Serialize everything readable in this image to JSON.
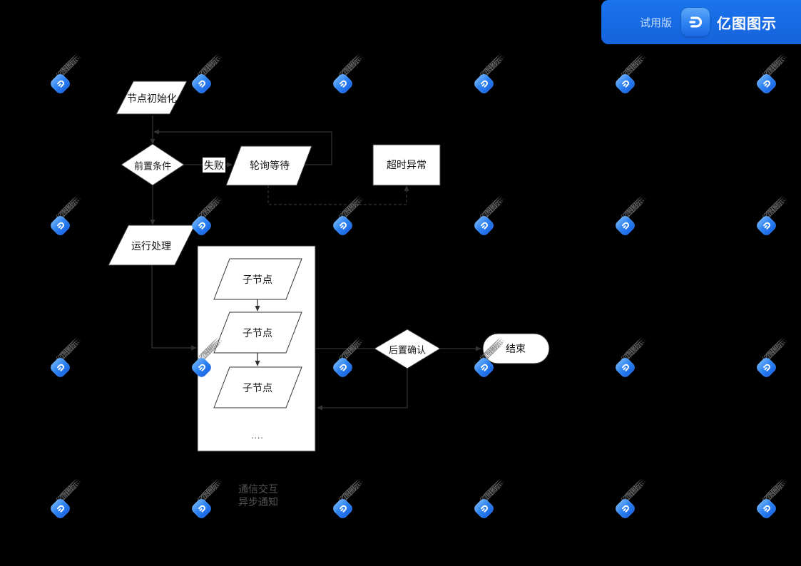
{
  "badge": {
    "trial_label": "试用版",
    "brand_name": "亿图图示"
  },
  "watermark": {
    "text": "亿图图示"
  },
  "diagram": {
    "nodes": {
      "init": "节点初始化",
      "precondition": "前置条件",
      "polling_wait": "轮询等待",
      "timeout_exception": "超时异常",
      "run_process": "运行处理",
      "child_node_1": "子节点",
      "child_node_2": "子节点",
      "child_node_3": "子节点",
      "ellipsis": "....",
      "post_confirm": "后置确认",
      "end": "结束"
    },
    "edge_labels": {
      "fail": "失败"
    },
    "annotations": {
      "line1": "通信交互",
      "line2": "异步通知"
    }
  },
  "colors": {
    "background": "#000000",
    "shape_fill": "#ffffff",
    "shape_border": "#333333",
    "connector": "#333333",
    "badge_blue": "#1667e0",
    "logo_blue_light": "#5fa8f7",
    "logo_blue_dark": "#1a67e6",
    "watermark_text": "#7a7a7a",
    "annotation_text": "#545454"
  }
}
